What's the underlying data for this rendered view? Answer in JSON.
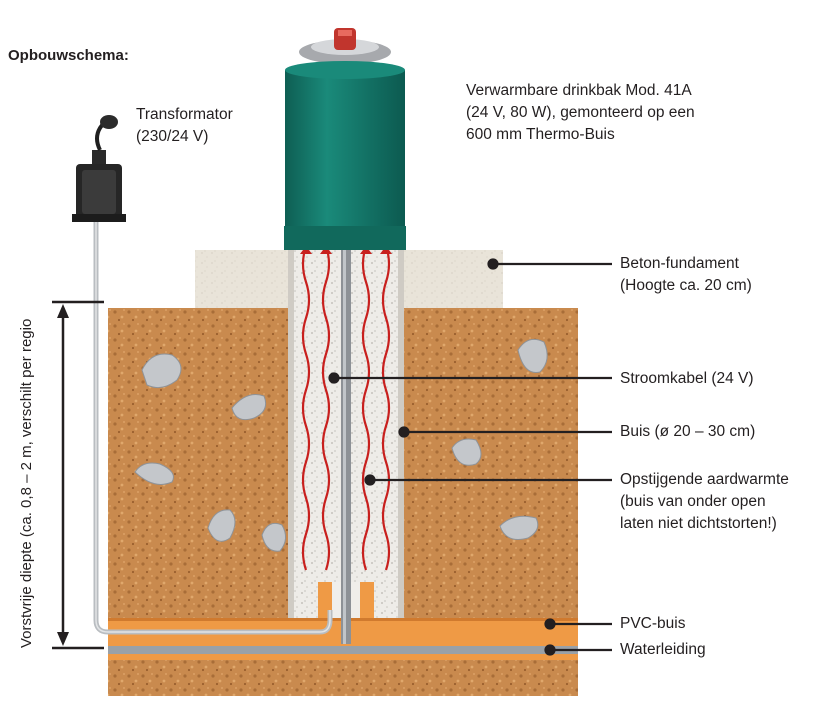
{
  "title": "Opbouwschema:",
  "labels": {
    "transformator": [
      "Transformator",
      "(230/24 V)"
    ],
    "drinkbak": [
      "Verwarmbare drinkbak Mod. 41A",
      "(24 V, 80 W), gemonteerd op een",
      "600 mm Thermo-Buis"
    ],
    "beton": [
      "Beton-fundament",
      "(Hoogte ca. 20 cm)"
    ],
    "stroomkabel": [
      "Stroomkabel (24 V)"
    ],
    "buis": [
      "Buis (ø 20 – 30 cm)"
    ],
    "aardwarmte": [
      "Opstijgende aardwarmte",
      "(buis van onder open",
      "laten niet dichtstorten!)"
    ],
    "pvc": [
      "PVC-buis"
    ],
    "waterleiding": [
      "Waterleiding"
    ],
    "diepte": "Vorstvrije diepte (ca. 0,8 – 2 m, verschilt per regio"
  },
  "colors": {
    "soil": "#c98a4e",
    "concrete": "#e7e0d2",
    "drinkbak": "#137a6c",
    "pipe_fill": "#f0eeea",
    "pvc": "#ef9a45",
    "heat_arrow": "#c8201e",
    "cable": "#8d9196",
    "stone": "#c4c7cb"
  }
}
